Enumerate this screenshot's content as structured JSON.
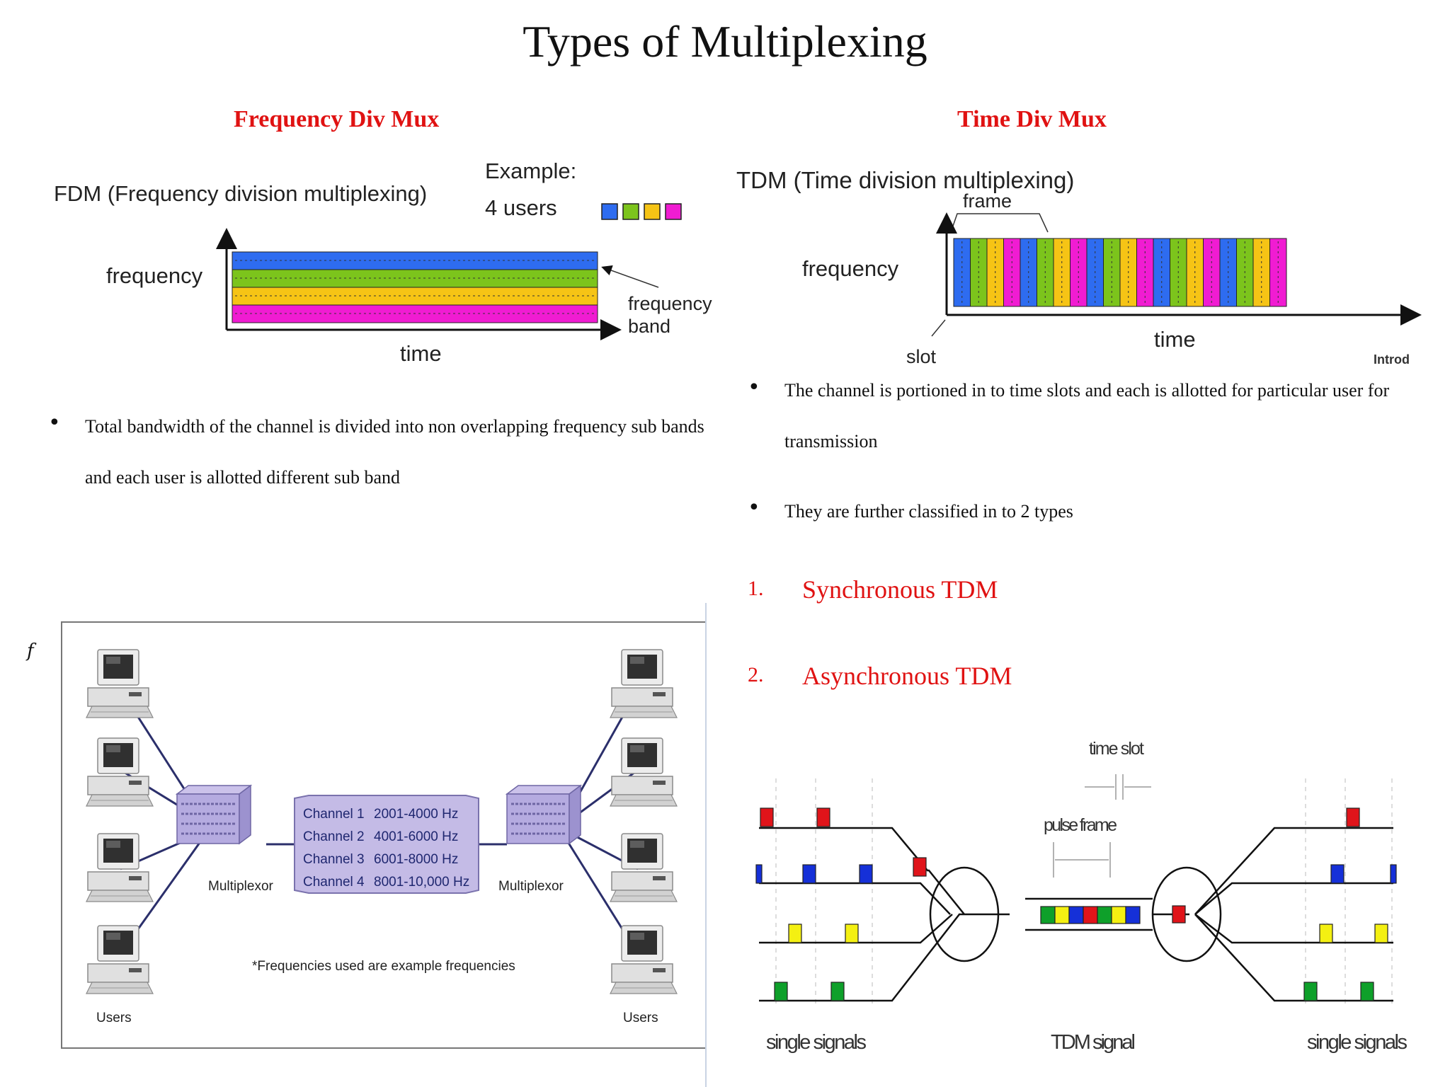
{
  "title": "Types of Multiplexing",
  "fdm": {
    "section_title": "Frequency Div Mux",
    "diagram_title": "FDM (Frequency division multiplexing)",
    "example_label": "Example:",
    "users_label": "4 users",
    "y_label": "frequency",
    "x_label": "time",
    "band_label_1": "frequency",
    "band_label_2": "band",
    "bullet": "Total bandwidth of the channel is divided into non overlapping frequency sub bands and each user is allotted different sub band",
    "user_colors": [
      "#2e6cf0",
      "#7cc41c",
      "#f6c415",
      "#f01cd2"
    ]
  },
  "tdm": {
    "section_title": "Time Div Mux",
    "diagram_title": "TDM (Time division multiplexing)",
    "frame_label": "frame",
    "y_label": "frequency",
    "x_label": "time",
    "slot_label": "slot",
    "corner_label": "Introd",
    "bullet_1": "The channel is portioned in to time slots and each is allotted for particular user for transmission",
    "bullet_2": "They are further classified in to 2 types",
    "types": [
      {
        "num": "1.",
        "label": "Synchronous TDM"
      },
      {
        "num": "2.",
        "label": "Asynchronous TDM"
      }
    ]
  },
  "fdm_network": {
    "corner_mark": "f",
    "channels": [
      {
        "name": "Channel 1",
        "range": "2001-4000 Hz"
      },
      {
        "name": "Channel 2",
        "range": "4001-6000 Hz"
      },
      {
        "name": "Channel 3",
        "range": "6001-8000 Hz"
      },
      {
        "name": "Channel 4",
        "range": "8001-10,000 Hz"
      }
    ],
    "mux_left": "Multiplexor",
    "mux_right": "Multiplexor",
    "users_left": "Users",
    "users_right": "Users",
    "footnote": "*Frequencies used are example frequencies"
  },
  "tdm_signal": {
    "time_slot": "time slot",
    "pulse_frame": "pulse frame",
    "single_left": "single signals",
    "tdm_label": "TDM signal",
    "single_right": "single signals",
    "colors": {
      "red": "#e0141a",
      "blue": "#1530d8",
      "yellow": "#f4f012",
      "green": "#0ea02a"
    }
  }
}
